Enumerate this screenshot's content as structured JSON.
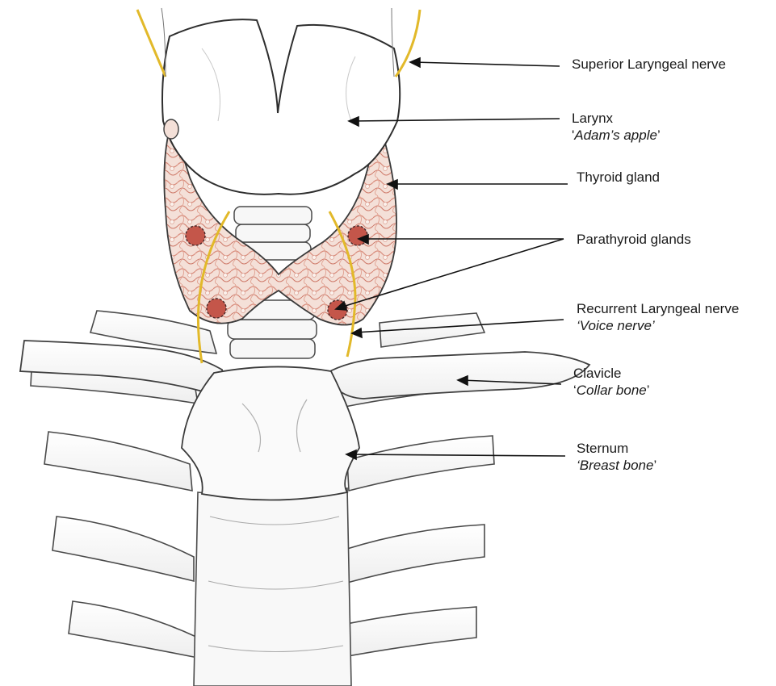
{
  "labels": [
    {
      "id": "superior-laryngeal-nerve",
      "title": "Superior Laryngeal nerve",
      "sub": "",
      "sub_prefix": "",
      "sub_suffix": ""
    },
    {
      "id": "larynx",
      "title": "Larynx",
      "sub": "Adam’s apple",
      "sub_prefix": "'",
      "sub_suffix": "’"
    },
    {
      "id": "thyroid-gland",
      "title": "Thyroid gland",
      "sub": "",
      "sub_prefix": "",
      "sub_suffix": ""
    },
    {
      "id": "parathyroid-glands",
      "title": "Parathyroid glands",
      "sub": "",
      "sub_prefix": "",
      "sub_suffix": ""
    },
    {
      "id": "recurrent-laryngeal-nerve",
      "title": "Recurrent Laryngeal nerve",
      "sub": "‘Voice nerve’",
      "sub_prefix": "",
      "sub_suffix": ""
    },
    {
      "id": "clavicle",
      "title": "Clavicle",
      "sub": "Collar bone",
      "sub_prefix": "‘",
      "sub_suffix": "’"
    },
    {
      "id": "sternum",
      "title": "Sternum",
      "sub": "‘Breast bone",
      "sub_prefix": "",
      "sub_suffix": "’"
    }
  ],
  "colors": {
    "outline": "#3a3a3a",
    "shading": "#b8b8b8",
    "nerve": "#e2b92a",
    "thyroid_fill": "#f3ddd5",
    "thyroid_texture": "#d98c7c",
    "parathyroid": "#c4564a",
    "arrow": "#111111"
  }
}
